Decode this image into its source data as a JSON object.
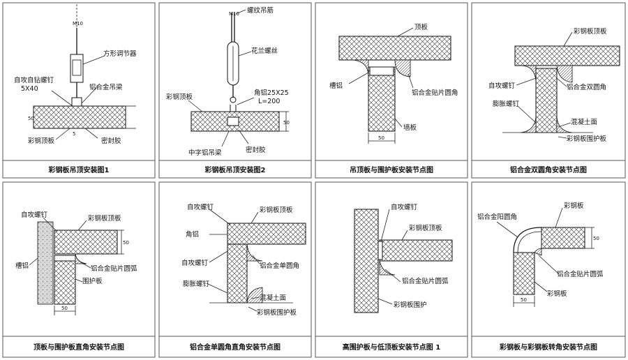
{
  "panels": [
    {
      "caption": "彩钢板吊顶安装图1",
      "labels": {
        "m10": "M10",
        "adjuster": "方形调节器",
        "screw": "自攻自钻螺钉",
        "screw_size": "5X40",
        "beam": "铝合金吊梁",
        "board": "彩钢顶板",
        "sealant": "密封胶",
        "dim_thick": "50",
        "dim_gap": "5"
      }
    },
    {
      "caption": "彩钢板吊顶安装图2",
      "labels": {
        "rod": "螺纹吊筋",
        "m10": "M10",
        "turnbuckle": "花兰螺丝",
        "angle": "角铝25X25",
        "angle_len": "L=200",
        "board": "彩钢顶板",
        "beam": "中字铝吊梁",
        "sealant": "密封胶",
        "dim_thick": "50"
      }
    },
    {
      "caption": "吊顶板与围护板安装节点图",
      "labels": {
        "ceiling": "顶板",
        "channel": "槽铝",
        "corner": "铝合金贴片圆角",
        "wall": "墙板",
        "dim_width": "50"
      }
    },
    {
      "caption": "铝合金双圆角安装节点图",
      "labels": {
        "ceiling": "彩钢板顶板",
        "screw": "自攻螺钉",
        "double_corner": "铝合金双圆角",
        "anchor": "膨胀螺钉",
        "floor": "混凝土面",
        "wall": "彩钢板围护板"
      }
    },
    {
      "caption": "顶板与围护板直角安装节点图",
      "labels": {
        "screw": "自攻螺钉",
        "ceiling": "彩钢板顶板",
        "channel": "槽铝",
        "arc": "铝合金贴片圆弧",
        "wall": "围护板",
        "dim_thick": "50",
        "dim_width": "50"
      }
    },
    {
      "caption": "铝合金单圆角直角安装节点图",
      "labels": {
        "screw_top": "自攻螺钉",
        "ceiling": "彩钢板顶板",
        "angle": "角铝",
        "screw_mid": "自攻螺钉",
        "single_corner": "铝合金单圆角",
        "anchor": "膨胀螺钉",
        "floor": "混凝土面",
        "wall": "彩钢板围护板"
      }
    },
    {
      "caption": "高围护板与低顶板安装节点图 1",
      "labels": {
        "screw": "自攻螺钉",
        "ceiling": "彩钢板顶板",
        "arc": "铝合金贴片圆弧",
        "wall": "彩钢板围护"
      }
    },
    {
      "caption": "彩钢板与彩钢板转角安装节点图",
      "labels": {
        "panel_top": "彩钢板",
        "outer_corner": "铝合金阳圆角",
        "arc": "铝合金贴片圆弧",
        "panel_bottom": "彩钢板",
        "dim_thick": "50",
        "dim_width": "50"
      }
    }
  ]
}
